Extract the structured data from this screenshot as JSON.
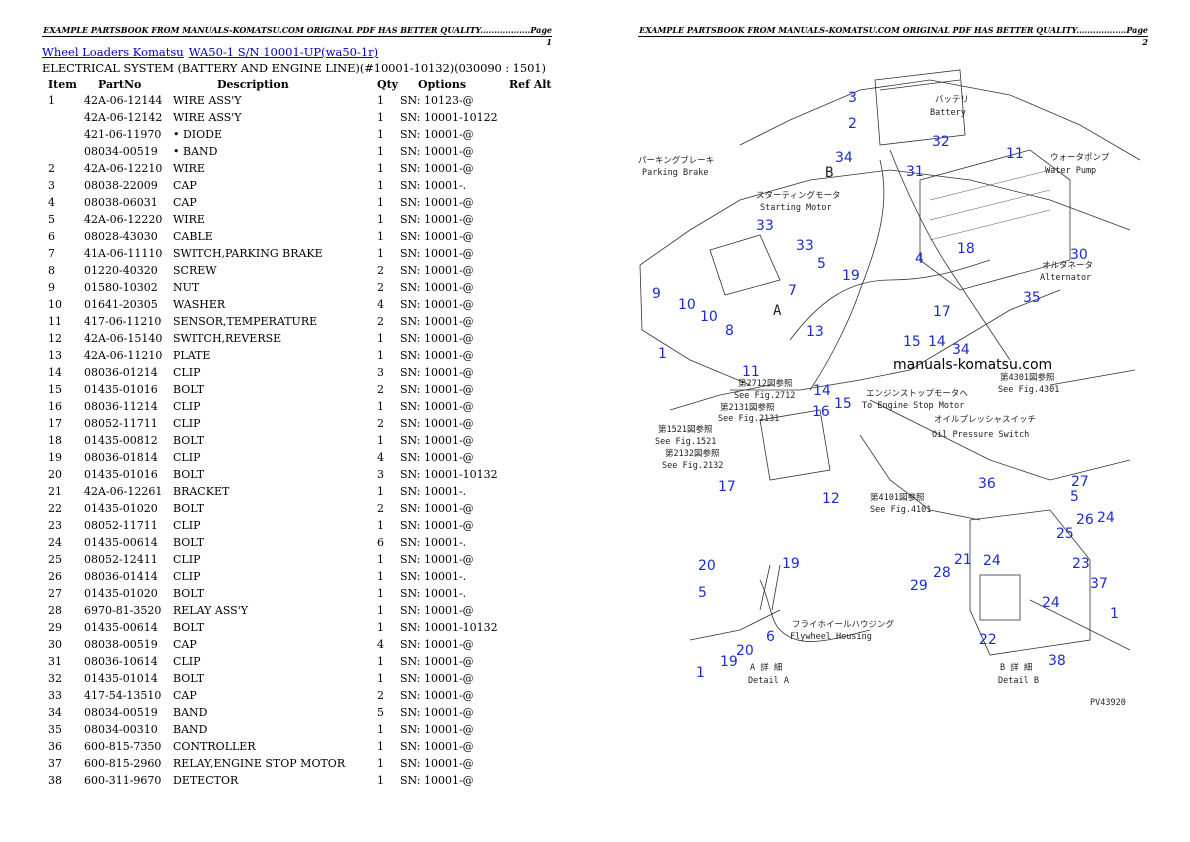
{
  "header_left": "EXAMPLE PARTSBOOK FROM MANUALS-KOMATSU.COM ORIGINAL PDF HAS BETTER QUALITY..................Page 1",
  "header_right": "EXAMPLE PARTSBOOK FROM MANUALS-KOMATSU.COM ORIGINAL PDF HAS BETTER QUALITY..................Page 2",
  "breadcrumb": {
    "category": "Wheel Loaders Komatsu",
    "model": "WA50-1 S/N 10001-UP(wa50-1r)"
  },
  "section_title": "ELECTRICAL SYSTEM (BATTERY AND ENGINE LINE)(#10001-10132)(030090 : 1501)",
  "columns": [
    "Item",
    "PartNo",
    "Description",
    "Qty",
    "Options",
    "Ref Alt"
  ],
  "rows": [
    [
      "1",
      "42A-06-12144",
      "WIRE ASS'Y",
      "1",
      "SN: 10123-@",
      ""
    ],
    [
      "",
      "42A-06-12142",
      "WIRE ASS'Y",
      "1",
      "SN: 10001-10122",
      ""
    ],
    [
      "",
      "421-06-11970",
      "• DIODE",
      "1",
      "SN: 10001-@",
      ""
    ],
    [
      "",
      "08034-00519",
      "• BAND",
      "1",
      "SN: 10001-@",
      ""
    ],
    [
      "2",
      "42A-06-12210",
      "WIRE",
      "1",
      "SN: 10001-@",
      ""
    ],
    [
      "3",
      "08038-22009",
      "CAP",
      "1",
      "SN: 10001-.",
      ""
    ],
    [
      "4",
      "08038-06031",
      "CAP",
      "1",
      "SN: 10001-@",
      ""
    ],
    [
      "5",
      "42A-06-12220",
      "WIRE",
      "1",
      "SN: 10001-@",
      ""
    ],
    [
      "6",
      "08028-43030",
      "CABLE",
      "1",
      "SN: 10001-@",
      ""
    ],
    [
      "7",
      "41A-06-11110",
      "SWITCH,PARKING BRAKE",
      "1",
      "SN: 10001-@",
      ""
    ],
    [
      "8",
      "01220-40320",
      "SCREW",
      "2",
      "SN: 10001-@",
      ""
    ],
    [
      "9",
      "01580-10302",
      "NUT",
      "2",
      "SN: 10001-@",
      ""
    ],
    [
      "10",
      "01641-20305",
      "WASHER",
      "4",
      "SN: 10001-@",
      ""
    ],
    [
      "11",
      "417-06-11210",
      "SENSOR,TEMPERATURE",
      "2",
      "SN: 10001-@",
      ""
    ],
    [
      "12",
      "42A-06-15140",
      "SWITCH,REVERSE",
      "1",
      "SN: 10001-@",
      ""
    ],
    [
      "13",
      "42A-06-11210",
      "PLATE",
      "1",
      "SN: 10001-@",
      ""
    ],
    [
      "14",
      "08036-01214",
      "CLIP",
      "3",
      "SN: 10001-@",
      ""
    ],
    [
      "15",
      "01435-01016",
      "BOLT",
      "2",
      "SN: 10001-@",
      ""
    ],
    [
      "16",
      "08036-11214",
      "CLIP",
      "1",
      "SN: 10001-@",
      ""
    ],
    [
      "17",
      "08052-11711",
      "CLIP",
      "2",
      "SN: 10001-@",
      ""
    ],
    [
      "18",
      "01435-00812",
      "BOLT",
      "1",
      "SN: 10001-@",
      ""
    ],
    [
      "19",
      "08036-01814",
      "CLIP",
      "4",
      "SN: 10001-@",
      ""
    ],
    [
      "20",
      "01435-01016",
      "BOLT",
      "3",
      "SN: 10001-10132",
      ""
    ],
    [
      "21",
      "42A-06-12261",
      "BRACKET",
      "1",
      "SN: 10001-.",
      ""
    ],
    [
      "22",
      "01435-01020",
      "BOLT",
      "2",
      "SN: 10001-@",
      ""
    ],
    [
      "23",
      "08052-11711",
      "CLIP",
      "1",
      "SN: 10001-@",
      ""
    ],
    [
      "24",
      "01435-00614",
      "BOLT",
      "6",
      "SN: 10001-.",
      ""
    ],
    [
      "25",
      "08052-12411",
      "CLIP",
      "1",
      "SN: 10001-@",
      ""
    ],
    [
      "26",
      "08036-01414",
      "CLIP",
      "1",
      "SN: 10001-.",
      ""
    ],
    [
      "27",
      "01435-01020",
      "BOLT",
      "1",
      "SN: 10001-.",
      ""
    ],
    [
      "28",
      "6970-81-3520",
      "RELAY ASS'Y",
      "1",
      "SN: 10001-@",
      ""
    ],
    [
      "29",
      "01435-00614",
      "BOLT",
      "1",
      "SN: 10001-10132",
      ""
    ],
    [
      "30",
      "08038-00519",
      "CAP",
      "4",
      "SN: 10001-@",
      ""
    ],
    [
      "31",
      "08036-10614",
      "CLIP",
      "1",
      "SN: 10001-@",
      ""
    ],
    [
      "32",
      "01435-01014",
      "BOLT",
      "1",
      "SN: 10001-@",
      ""
    ],
    [
      "33",
      "417-54-13510",
      "CAP",
      "2",
      "SN: 10001-@",
      ""
    ],
    [
      "34",
      "08034-00519",
      "BAND",
      "5",
      "SN: 10001-@",
      ""
    ],
    [
      "35",
      "08034-00310",
      "BAND",
      "1",
      "SN: 10001-@",
      ""
    ],
    [
      "36",
      "600-815-7350",
      "CONTROLLER",
      "1",
      "SN: 10001-@",
      ""
    ],
    [
      "37",
      "600-815-2960",
      "RELAY,ENGINE STOP MOTOR",
      "1",
      "SN: 10001-@",
      ""
    ],
    [
      "38",
      "600-311-9670",
      "DETECTOR",
      "1",
      "SN: 10001-@",
      ""
    ]
  ],
  "diagram": {
    "watermark": "manuals-komatsu.com",
    "figure_code": "PV43920",
    "labels": {
      "battery_jp": "バッテリ",
      "battery": "Battery",
      "parking_brake_jp": "パーキングブレーキ",
      "parking_brake": "Parking Brake",
      "starting_motor_jp": "スターティングモータ",
      "starting_motor": "Starting Motor",
      "water_pump_jp": "ウォータポンプ",
      "water_pump": "Water Pump",
      "alternator_jp": "オルタネータ",
      "alternator": "Alternator",
      "fig2712_jp": "第2712図参照",
      "fig2712": "See Fig.2712",
      "fig2131_jp": "第2131図参照",
      "fig2131": "See Fig.2131",
      "fig1521_jp": "第1521図参照",
      "fig1521": "See Fig.1521",
      "fig2132_jp": "第2132図参照",
      "fig2132": "See Fig.2132",
      "fig4101_jp": "第4101図参照",
      "fig4101": "See Fig.4101",
      "fig4301_jp": "第4301図参照",
      "fig4301": "See Fig.4301",
      "engine_stop_jp": "エンジンストップモータへ",
      "engine_stop": "To Engine Stop Motor",
      "oil_pressure_jp": "オイルプレッシャスイッチ",
      "oil_pressure": "Oil Pressure Switch",
      "flywheel_jp": "フライホイールハウジング",
      "flywheel": "Flywheel Housing",
      "detail_a_jp": "A 詳 細",
      "detail_a": "Detail A",
      "detail_b_jp": "B 詳 細",
      "detail_b": "Detail B",
      "mark_a": "A",
      "mark_b": "B"
    },
    "callouts": [
      "3",
      "2",
      "34",
      "32",
      "11",
      "31",
      "33",
      "33",
      "5",
      "7",
      "19",
      "4",
      "18",
      "30",
      "9",
      "10",
      "10",
      "8",
      "1",
      "13",
      "17",
      "35",
      "15",
      "14",
      "34",
      "11",
      "14",
      "15",
      "16",
      "17",
      "12",
      "36",
      "27",
      "5",
      "26",
      "24",
      "25",
      "21",
      "24",
      "23",
      "37",
      "28",
      "29",
      "24",
      "22",
      "38",
      "1",
      "20",
      "19",
      "5",
      "6",
      "20",
      "1",
      "19"
    ]
  }
}
